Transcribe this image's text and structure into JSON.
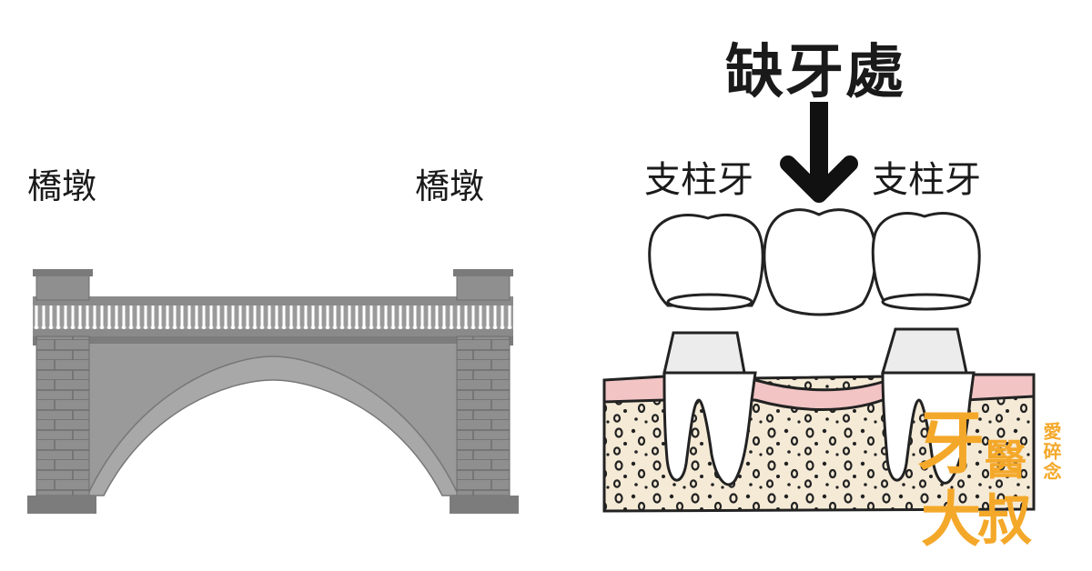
{
  "labels": {
    "pier_left": "橋墩",
    "pier_right": "橋墩",
    "abutment_left": "支柱牙",
    "abutment_right": "支柱牙",
    "missing_tooth": "缺牙處"
  },
  "logo": {
    "char_1": "牙",
    "char_2": "醫",
    "char_3": "大",
    "char_4": "叔",
    "small_text": "愛碎念"
  },
  "colors": {
    "bridge_gray": "#8a8a8a",
    "gum_pink": "#f2c4c4",
    "bone_beige": "#f5ead6",
    "logo_orange": "#f4a82a"
  }
}
